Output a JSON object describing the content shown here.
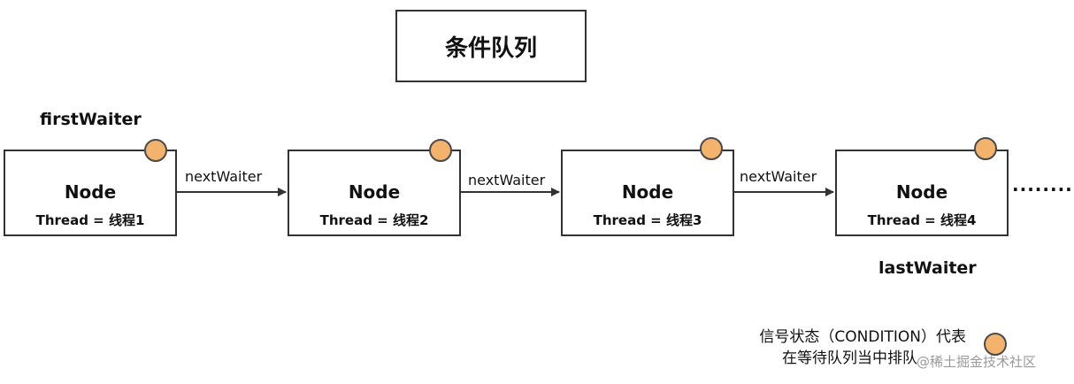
{
  "title": "条件队列",
  "first_waiter_label": "firstWaiter",
  "last_waiter_label": "lastWaiter",
  "nodes": [
    {
      "title": "Node",
      "thread": "Thread = 线程1"
    },
    {
      "title": "Node",
      "thread": "Thread = 线程2"
    },
    {
      "title": "Node",
      "thread": "Thread = 线程3"
    },
    {
      "title": "Node",
      "thread": "Thread = 线程4"
    }
  ],
  "links": [
    {
      "label": "nextWaiter"
    },
    {
      "label": "nextWaiter"
    },
    {
      "label": "nextWaiter"
    }
  ],
  "continuation": "··········",
  "legend": {
    "line1": "信号状态（CONDITION）代表",
    "line2": "在等待队列当中排队"
  },
  "watermark": "@稀土掘金技术社区",
  "colors": {
    "status_dot_fill": "#f4b36c",
    "border": "#333333"
  }
}
